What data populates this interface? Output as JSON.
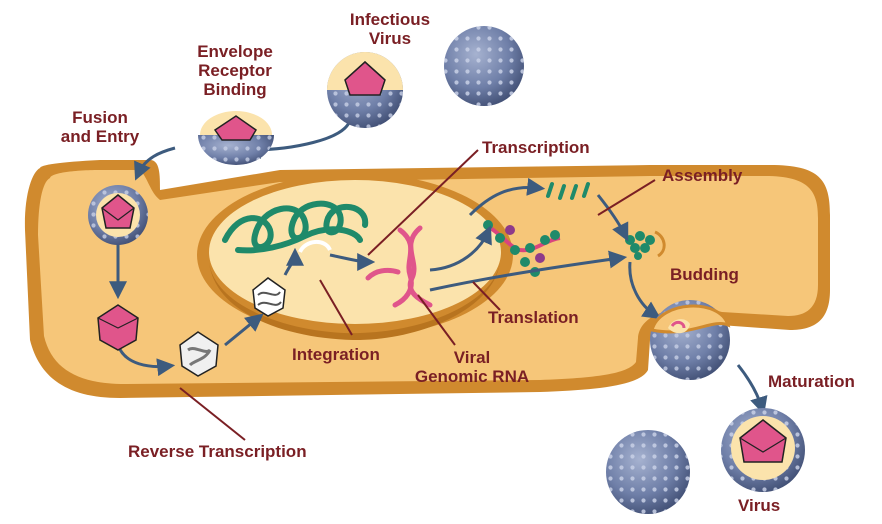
{
  "labels": {
    "infectious_virus_1": "Infectious",
    "infectious_virus_2": "Virus",
    "envelope_1": "Envelope",
    "envelope_2": "Receptor",
    "envelope_3": "Binding",
    "fusion_1": "Fusion",
    "fusion_2": "and Entry",
    "transcription": "Transcription",
    "assembly": "Assembly",
    "budding": "Budding",
    "translation": "Translation",
    "integration": "Integration",
    "viral_rna_1": "Viral",
    "viral_rna_2": "Genomic RNA",
    "maturation": "Maturation",
    "reverse_transcription": "Reverse Transcription",
    "virus": "Virus"
  },
  "colors": {
    "label_text": "#7a1f24",
    "cell_fill": "#f6c679",
    "cell_outline": "#d08a2e",
    "nucleus_fill": "#fbe3ac",
    "virion_fill": "#6f7fa8",
    "capsid_rna": "#d9447e",
    "dna_green": "#1f8a6a",
    "arrow": "#3d5b7e",
    "leader_line": "#7a1f24"
  }
}
